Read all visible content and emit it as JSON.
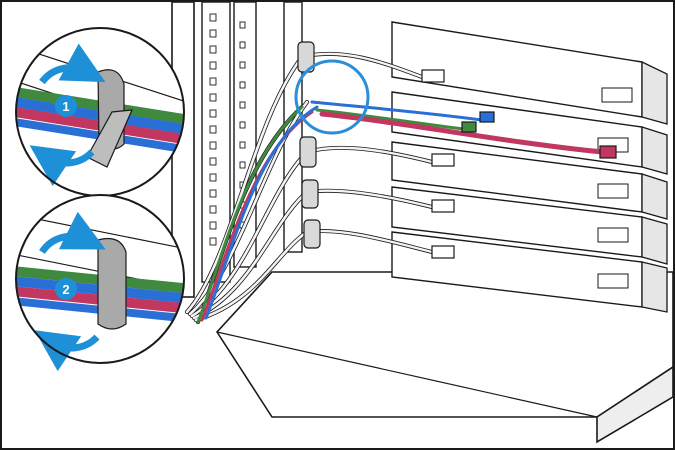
{
  "steps": [
    {
      "number": "1",
      "action": "wrap",
      "direction": "clockwise"
    },
    {
      "number": "2",
      "action": "secure",
      "direction": "clockwise"
    }
  ],
  "colors": {
    "outline": "#1a1a1a",
    "arrow_blue": "#1e90d8",
    "cable_green": "#3f8a3f",
    "cable_blue": "#2a6fd6",
    "cable_red": "#c2375f",
    "cable_white": "#f4f4f4",
    "strap_gray": "#a9a9a9",
    "callout_ring": "#2a8fd8"
  },
  "icons": [
    "rack-frame",
    "server-unit",
    "power-connector",
    "hook-and-loop-strap",
    "rotation-arrow",
    "callout-circle"
  ]
}
